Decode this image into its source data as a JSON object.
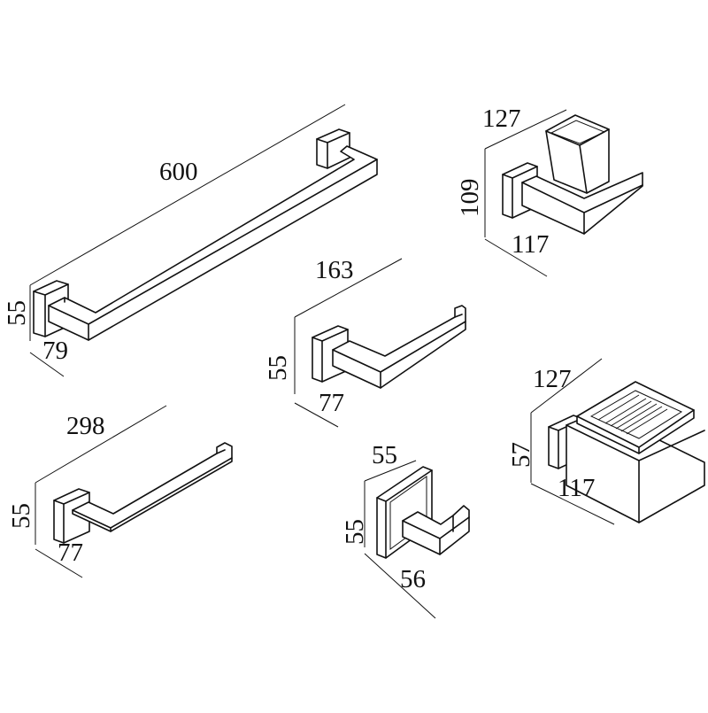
{
  "towel_bar": {
    "length": "600",
    "height": "55",
    "depth": "79"
  },
  "tumbler_holder": {
    "width": "127",
    "height": "109",
    "depth": "117"
  },
  "toilet_roll_holder": {
    "width": "163",
    "height": "55",
    "depth": "77"
  },
  "towel_ring_bar": {
    "width": "298",
    "height": "55",
    "depth": "77"
  },
  "robe_hook": {
    "width": "55",
    "height": "55",
    "depth": "56"
  },
  "soap_dish": {
    "width": "127",
    "height": "57",
    "depth": "117"
  }
}
